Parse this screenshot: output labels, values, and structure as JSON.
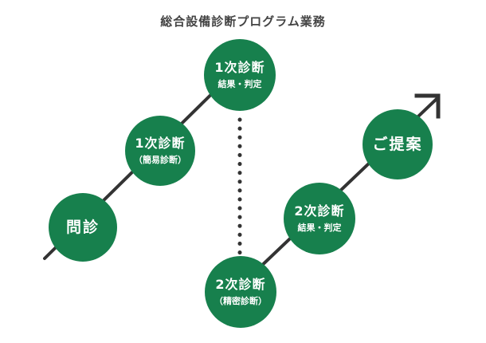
{
  "title": "総合設備診断プログラム業務",
  "colors": {
    "node_fill": "#17804d",
    "line": "#333333",
    "title_text": "#444444"
  },
  "nodes": {
    "monshin": {
      "label": "問診",
      "sub": ""
    },
    "primary_simple": {
      "label": "1次診断",
      "sub": "（簡易診断）"
    },
    "primary_result": {
      "label": "1次診断",
      "sub": "結果・判定"
    },
    "secondary_detail": {
      "label": "2次診断",
      "sub": "（精密診断）"
    },
    "secondary_result": {
      "label": "2次診断",
      "sub": "結果・判定"
    },
    "proposal": {
      "label": "ご提案",
      "sub": ""
    }
  }
}
